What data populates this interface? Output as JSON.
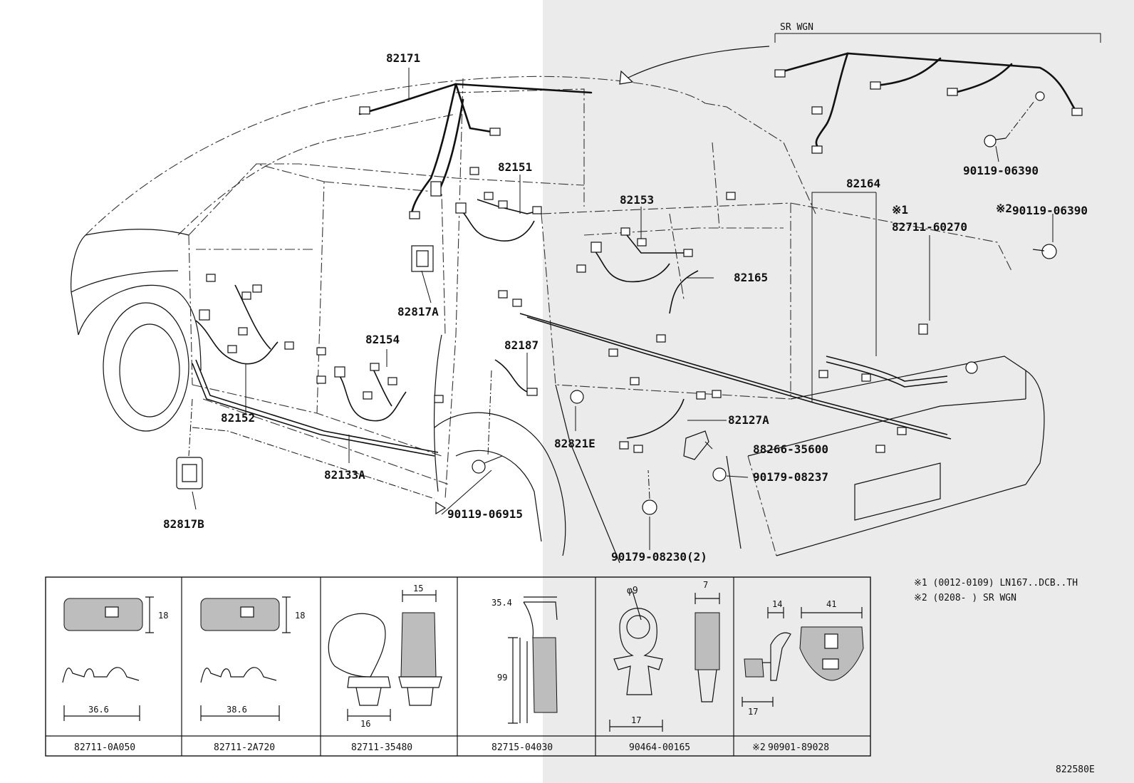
{
  "diagram": {
    "ref_code": "822580E",
    "variant_label": "SR WGN",
    "callouts": {
      "p82171": "82171",
      "p82151": "82151",
      "p82153": "82153",
      "p82164": "82164",
      "p82165": "82165",
      "p82817A": "82817A",
      "p82154": "82154",
      "p82187": "82187",
      "p82152": "82152",
      "p82133A": "82133A",
      "p82127A": "82127A",
      "p82821E": "82821E",
      "p82817B": "82817B",
      "p88266": "88266-35600",
      "p90179_08237": "90179-08237",
      "p90119_06915": "90119-06915",
      "p90179_08230": "90179-08230(2)",
      "p90119_06390_top": "90119-06390",
      "p90119_06390_mark": "※2",
      "p90119_06390_b": "90119-06390",
      "p82711_60270_mark": "※1",
      "p82711_60270": "82711-60270"
    },
    "notes": [
      "※1 (0012-0109) LN167..DCB..TH",
      "※2 (0208-      ) SR WGN"
    ],
    "parts_table": [
      {
        "part": "82711-0A050",
        "dims": [
          "18",
          "36.6"
        ]
      },
      {
        "part": "82711-2A720",
        "dims": [
          "18",
          "38.6"
        ]
      },
      {
        "part": "82711-35480",
        "dims": [
          "15",
          "16"
        ]
      },
      {
        "part": "82715-04030",
        "dims": [
          "35.4",
          "99"
        ]
      },
      {
        "part": "90464-00165",
        "dims": [
          "φ9",
          "7",
          "17"
        ]
      },
      {
        "part": "90901-89028",
        "mark": "※2",
        "dims": [
          "14",
          "41",
          "17"
        ]
      }
    ]
  }
}
